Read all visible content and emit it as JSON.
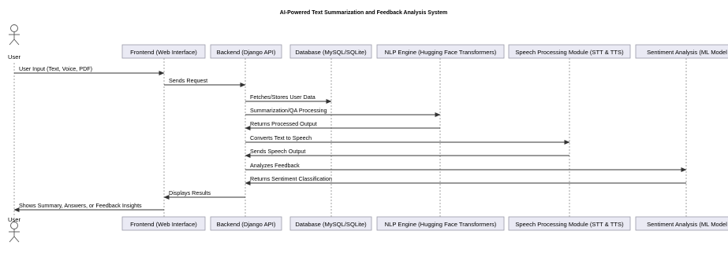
{
  "title": "AI-Powered Text Summarization and Feedback Analysis System",
  "actor": {
    "label": "User"
  },
  "participants": [
    {
      "label": "Frontend (Web Interface)"
    },
    {
      "label": "Backend (Django API)"
    },
    {
      "label": "Database (MySQL/SQLite)"
    },
    {
      "label": "NLP Engine (Hugging Face Transformers)"
    },
    {
      "label": "Speech Processing Module (STT & TTS)"
    },
    {
      "label": "Sentiment Analysis (ML Model"
    }
  ],
  "messages": [
    {
      "from": "User",
      "to": "Frontend (Web Interface)",
      "label": "User Input (Text, Voice, PDF)"
    },
    {
      "from": "Frontend (Web Interface)",
      "to": "Backend (Django API)",
      "label": "Sends Request"
    },
    {
      "from": "Backend (Django API)",
      "to": "Database (MySQL/SQLite)",
      "label": "Fetches/Stores User Data"
    },
    {
      "from": "Backend (Django API)",
      "to": "NLP Engine (Hugging Face Transformers)",
      "label": "Summarization/QA Processing"
    },
    {
      "from": "NLP Engine (Hugging Face Transformers)",
      "to": "Backend (Django API)",
      "label": "Returns Processed Output"
    },
    {
      "from": "Backend (Django API)",
      "to": "Speech Processing Module (STT & TTS)",
      "label": "Converts Text to Speech"
    },
    {
      "from": "Speech Processing Module (STT & TTS)",
      "to": "Backend (Django API)",
      "label": "Sends Speech Output"
    },
    {
      "from": "Backend (Django API)",
      "to": "Sentiment Analysis (ML Model",
      "label": "Analyzes Feedback"
    },
    {
      "from": "Sentiment Analysis (ML Model",
      "to": "Backend (Django API)",
      "label": "Returns Sentiment Classification"
    },
    {
      "from": "Backend (Django API)",
      "to": "Frontend (Web Interface)",
      "label": "Displays Results"
    },
    {
      "from": "Frontend (Web Interface)",
      "to": "User",
      "label": "Shows Summary, Answers, or Feedback Insights"
    }
  ],
  "colors": {
    "box_fill": "#eaeaf4",
    "box_stroke": "#9a9aa8",
    "lifeline": "#a0a0a0",
    "arrow": "#333333"
  }
}
